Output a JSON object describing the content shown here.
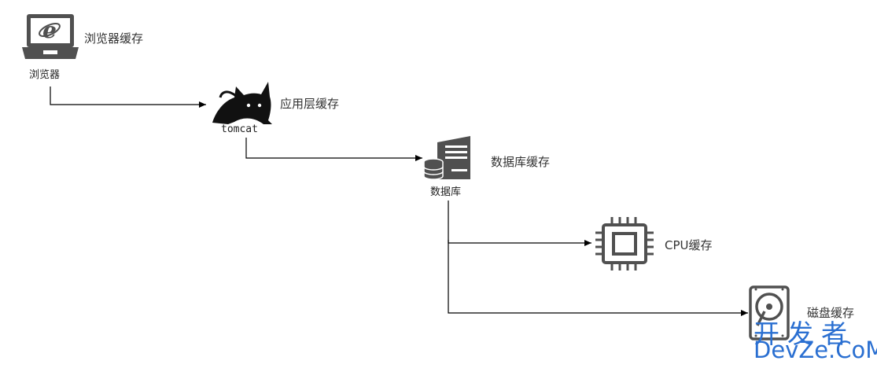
{
  "nodes": {
    "browser": {
      "caption": "浏览器",
      "label": "浏览器缓存"
    },
    "tomcat": {
      "caption": "tomcat",
      "label": "应用层缓存"
    },
    "database": {
      "caption": "数据库",
      "label": "数据库缓存"
    },
    "cpu": {
      "label": "CPU缓存"
    },
    "disk": {
      "label": "磁盘缓存"
    }
  },
  "watermark": {
    "line1": "开发者",
    "line2": "DevZe.CoM"
  },
  "colors": {
    "icon": "#505050",
    "line": "#000000",
    "watermark": "#2a6fd1"
  }
}
